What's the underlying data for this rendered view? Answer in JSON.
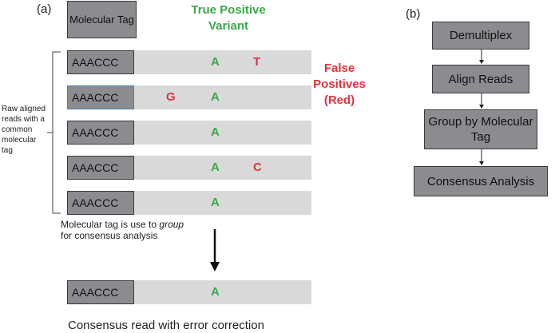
{
  "panel_a": {
    "label": "(a)",
    "tag_header": "Molecular Tag",
    "true_positive_label": "True Positive Variant",
    "false_positive_label": "False Positives (Red)",
    "side_note": "Raw aligned reads with a common molecular tag",
    "reads": [
      {
        "tag": "AAACCC",
        "bases": [
          {
            "letter": "A",
            "color": "green"
          },
          {
            "letter": "T",
            "color": "red"
          }
        ]
      },
      {
        "tag": "AAACCC",
        "bases": [
          {
            "letter": "G",
            "color": "red"
          },
          {
            "letter": "A",
            "color": "green"
          }
        ]
      },
      {
        "tag": "AAACCC",
        "bases": [
          {
            "letter": "A",
            "color": "green"
          }
        ]
      },
      {
        "tag": "AAACCC",
        "bases": [
          {
            "letter": "A",
            "color": "green"
          },
          {
            "letter": "C",
            "color": "red"
          }
        ]
      },
      {
        "tag": "AAACCC",
        "bases": [
          {
            "letter": "A",
            "color": "green"
          }
        ]
      }
    ],
    "group_caption_1": "Molecular tag is use to ",
    "group_caption_em": "group",
    "group_caption_2": "for consensus analysis",
    "consensus_read": {
      "tag": "AAACCC",
      "base": "A"
    },
    "consensus_caption": "Consensus read with error correction"
  },
  "panel_b": {
    "label": "(b)",
    "steps": [
      "Demultiplex",
      "Align Reads",
      "Group  by Molecular Tag",
      "Consensus Analysis"
    ]
  },
  "colors": {
    "true_positive": "#3aa84a",
    "false_positive": "#e0333f",
    "box_fill": "#8c8c90",
    "read_bar": "#d9d9d9"
  }
}
